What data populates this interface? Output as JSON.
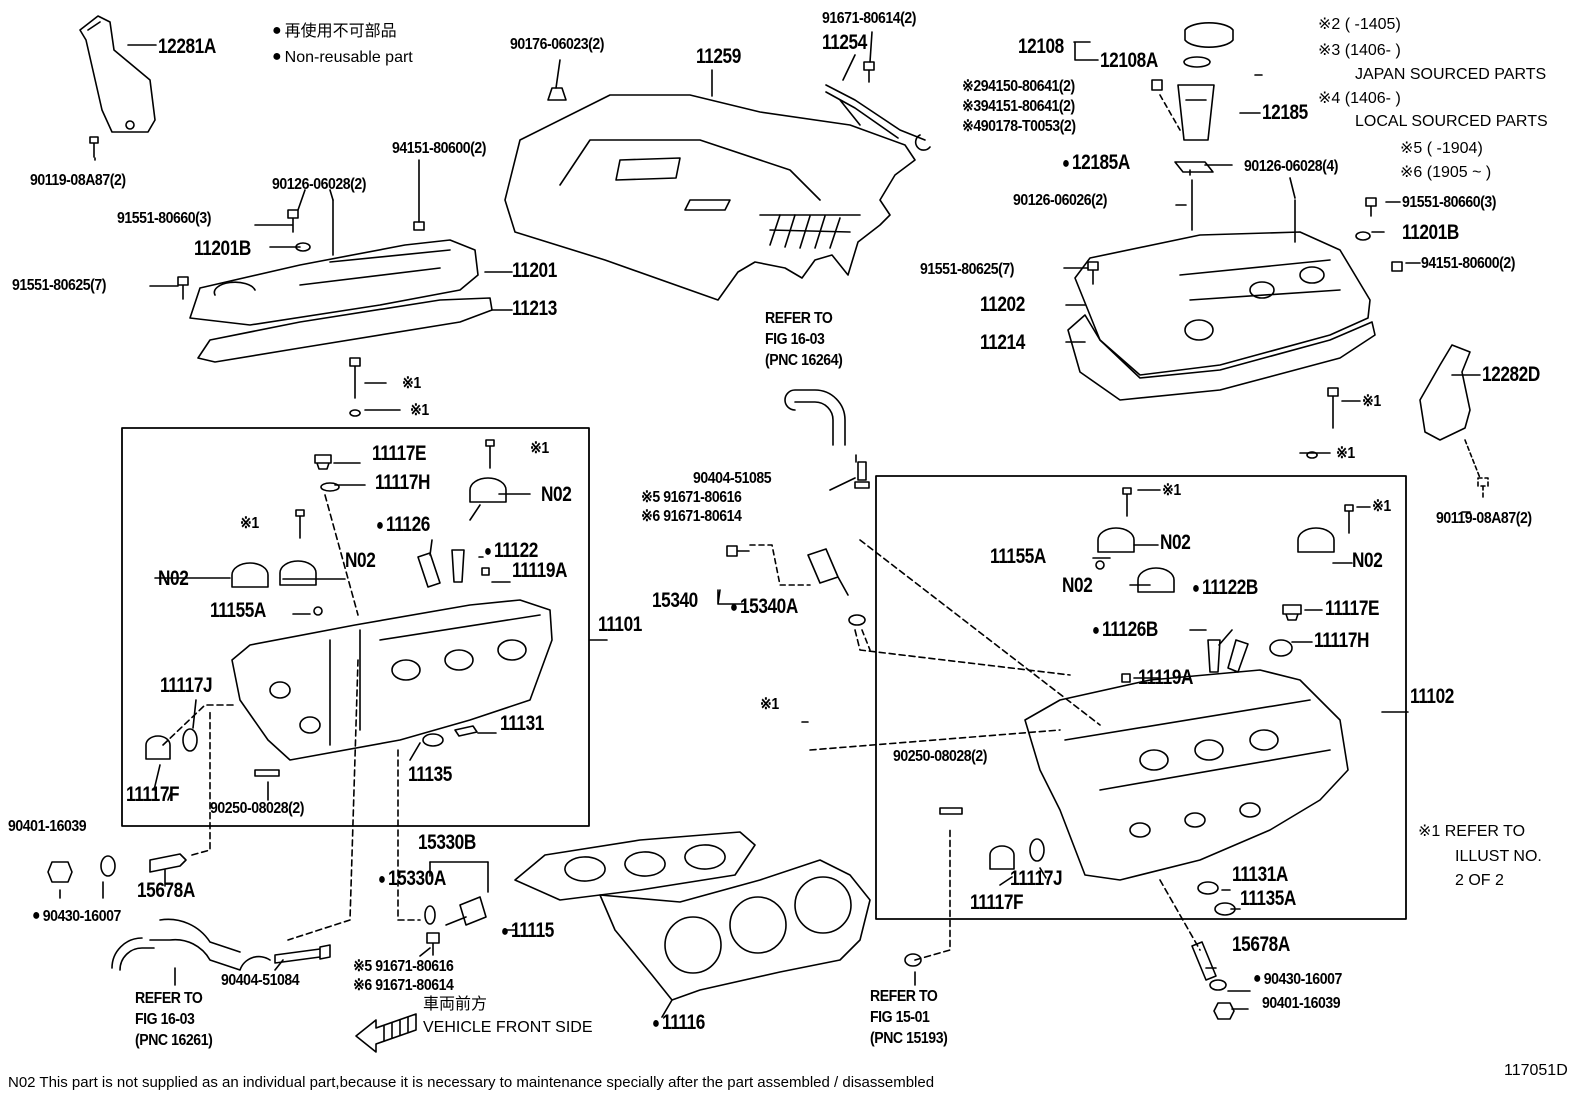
{
  "legend": {
    "jp_text": "再使用不可部品",
    "en_text": "Non-reusable part"
  },
  "notes": {
    "n2": "※2 (     -1405)",
    "n3": "※3 (1406-     )",
    "n3_desc": "JAPAN SOURCED PARTS",
    "n4": "※4 (1406-     )",
    "n4_desc": "LOCAL SOURCED PARTS",
    "n5": "※5 (         -1904)",
    "n6": "※6 (1905 ~      )",
    "n1_line1": "※1 REFER TO",
    "n1_line2": "ILLUST NO.",
    "n1_line3": "2 OF 2"
  },
  "refs": {
    "r16264": [
      "REFER TO",
      "FIG 16-03",
      "(PNC 16264)"
    ],
    "r16261": [
      "REFER TO",
      "FIG 16-03",
      "(PNC 16261)"
    ],
    "r15193": [
      "REFER TO",
      "FIG 15-01",
      "(PNC 15193)"
    ]
  },
  "front": {
    "jp": "車両前方",
    "en": "VEHICLE FRONT SIDE"
  },
  "footer": {
    "note": "N02 This part is not supplied as an individual part,because it is necessary to maintenance specially after the part assembled / disassembled",
    "illust_no": "117051D"
  },
  "parts": {
    "p12281A": "12281A",
    "p90119_08A87_l": "90119-08A87(2)",
    "p90176": "90176-06023(2)",
    "p11259": "11259",
    "p91671_80614_top": "91671-80614(2)",
    "p11254": "11254",
    "p12108": "12108",
    "p12108A": "12108A",
    "p94150": "※294150-80641(2)",
    "p94151_80641": "※394151-80641(2)",
    "p90178": "※490178-T0053(2)",
    "p12185": "12185",
    "p12185A": "12185A",
    "p90126_06028_r": "90126-06028(4)",
    "p90126_06026": "90126-06026(2)",
    "p91551_80660_r": "91551-80660(3)",
    "p11201B_r": "11201B",
    "p94151_80600_r": "94151-80600(2)",
    "p91551_80625_r": "91551-80625(7)",
    "p11202": "11202",
    "p11214": "11214",
    "p12282D": "12282D",
    "p90119_08A87_r": "90119-08A87(2)",
    "p94151_80600_l": "94151-80600(2)",
    "p90126_06028_l": "90126-06028(2)",
    "p91551_80660_l": "91551-80660(3)",
    "p11201B_l": "11201B",
    "p91551_80625_l": "91551-80625(7)",
    "p11201": "11201",
    "p11213": "11213",
    "x1": "※1",
    "p11117E_l": "11117E",
    "p11117H_l": "11117H",
    "N02": "N02",
    "p11126_l": "11126",
    "p11122_l": "11122",
    "p11119A_l": "11119A",
    "p11155A_l": "11155A",
    "p11101": "11101",
    "p11117J_l": "11117J",
    "p11117F_l": "11117F",
    "p11131": "11131",
    "p11135": "11135",
    "p90250_l": "90250-08028(2)",
    "p90401_l": "90401-16039",
    "p15678A_l": "15678A",
    "p90430_l": "90430-16007",
    "p90404_51084": "90404-51084",
    "p15330B": "15330B",
    "p15330A": "15330A",
    "p91671_80616_b": "※5 91671-80616",
    "p91671_80614_b": "※6 91671-80614",
    "p11115": "11115",
    "p11116": "11116",
    "p90404_51085": "90404-51085",
    "p91671_80616_m": "※5 91671-80616",
    "p91671_80614_m": "※6 91671-80614",
    "p15340": "15340",
    "p15340A": "15340A",
    "p90250_r": "90250-08028(2)",
    "p11155A_r": "11155A",
    "p11122B": "11122B",
    "p11117E_r": "11117E",
    "p11126B": "11126B",
    "p11117H_r": "11117H",
    "p11119A_r": "11119A",
    "p11102": "11102",
    "p11117J_r": "11117J",
    "p11117F_r": "11117F",
    "p11131A": "11131A",
    "p11135A": "11135A",
    "p15678A_r": "15678A",
    "p90430_r": "90430-16007",
    "p90401_r": "90401-16039"
  }
}
